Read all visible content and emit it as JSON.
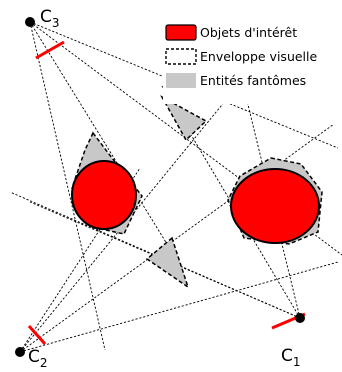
{
  "legend": {
    "objects": "Objets d'intérêt",
    "envelope": "Enveloppe visuelle",
    "ghosts": "Entités fantômes"
  },
  "cameras": [
    {
      "id": "c3",
      "main": "C",
      "sub": "3"
    },
    {
      "id": "c2",
      "main": "C",
      "sub": "2"
    },
    {
      "id": "c1",
      "main": "C",
      "sub": "1"
    }
  ],
  "colors": {
    "object": "#ff0000",
    "ghost": "#c8c8c8",
    "image_plane": "#ff0000"
  }
}
